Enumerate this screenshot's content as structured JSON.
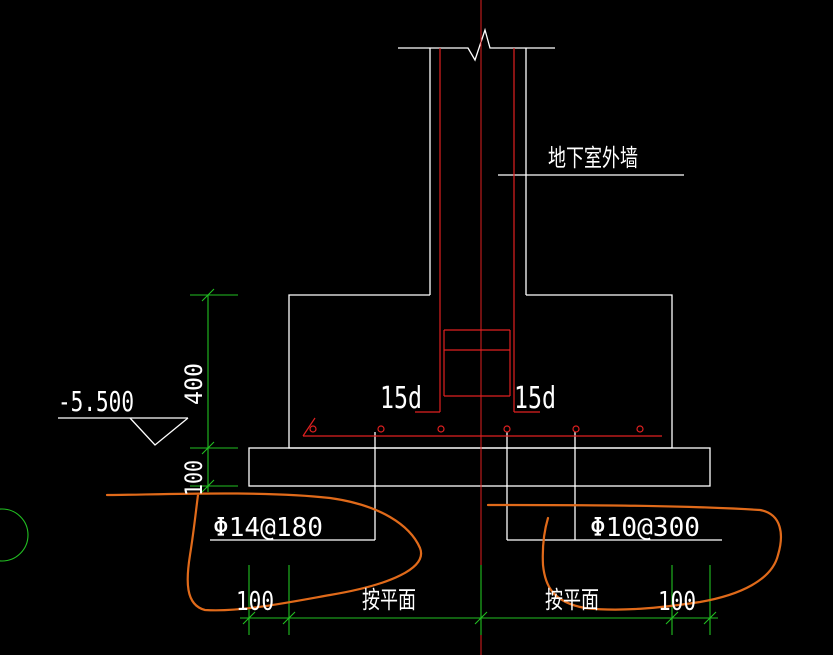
{
  "labels": {
    "wall_name": "地下室外墙",
    "elevation": "-5.500",
    "dim_footing_height": "400",
    "dim_cushion_height": "100",
    "anchor_left": "15d",
    "anchor_right": "15d",
    "rebar_left": "Φ14@180",
    "rebar_right": "Φ10@300",
    "dim_left_offset": "100",
    "dim_left_span": "按平面",
    "dim_right_span": "按平面",
    "dim_right_offset": "100"
  },
  "colors": {
    "background": "#000000",
    "outline": "#ffffff",
    "rebar": "#e02020",
    "dimension": "#22c022",
    "markup": "#e06a1a"
  }
}
